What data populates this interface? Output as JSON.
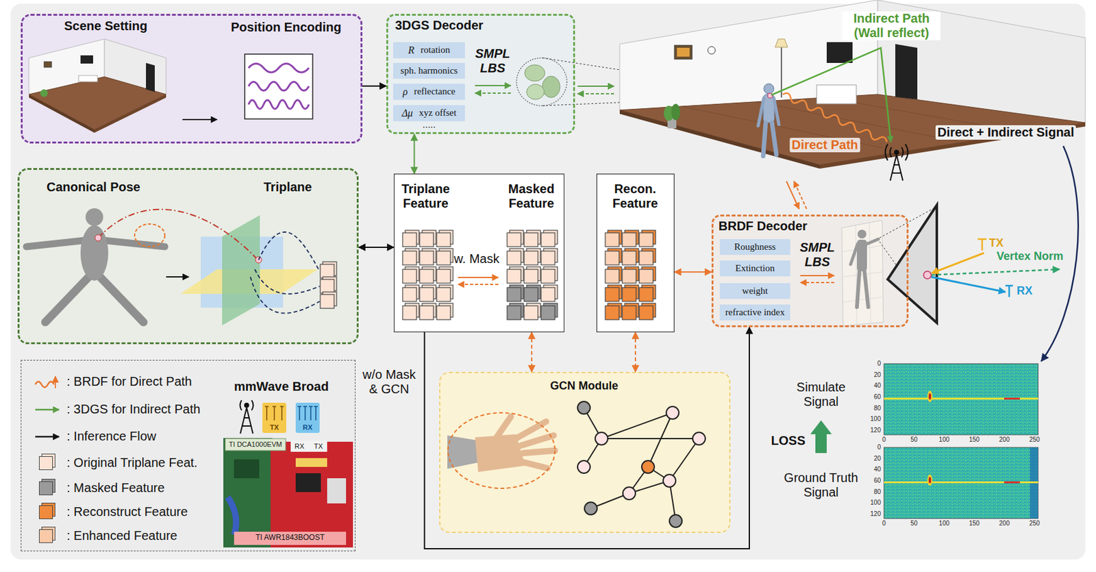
{
  "diagram": {
    "nodes": [
      {
        "text": [
          "Scene Setting",
          "Position Encoding"
        ]
      },
      {
        "text": [
          "3DGS Decoder",
          "SMPL LBS",
          "....."
        ]
      },
      {
        "text": [
          "R",
          "rotation"
        ],
        "in": 1
      },
      {
        "text": [
          "sph. harmonics"
        ],
        "in": 1
      },
      {
        "text": [
          "ρ",
          "reflectance"
        ],
        "in": 1
      },
      {
        "text": [
          "Δμ",
          "xyz offset"
        ],
        "in": 1
      },
      {
        "text": [
          "Canonical Pose",
          "Triplane"
        ]
      },
      {
        "text": [
          "Triplane Feature",
          "Masked Feature",
          "w. Mask"
        ]
      },
      {
        "text": [
          "Recon. Feature"
        ]
      },
      {
        "text": [
          "BRDF Decoder",
          "SMPL LBS"
        ]
      },
      {
        "text": [
          "Roughness"
        ],
        "in": 9
      },
      {
        "text": [
          "Extinction"
        ],
        "in": 9
      },
      {
        "text": [
          "weight"
        ],
        "in": 9
      },
      {
        "text": [
          "refractive index"
        ],
        "in": 9
      },
      {
        "text": [
          "GCN Module"
        ]
      }
    ],
    "edges": [
      {
        "from": 0,
        "to": 1,
        "arrow": "to"
      },
      {
        "from": 7,
        "to": 1,
        "arrow": "both"
      },
      {
        "from": 6,
        "to": 7,
        "arrow": "both"
      },
      {
        "from": 7,
        "to": 14,
        "arrow": "both"
      },
      {
        "from": 8,
        "to": 14,
        "arrow": "both"
      },
      {
        "from": 8,
        "to": 9,
        "arrow": "both"
      },
      {
        "from": 7,
        "to": 9,
        "label": "w/o Mask & GCN",
        "arrow": "to"
      }
    ],
    "labels": [
      "Indirect Path (Wall reflect)",
      "Direct Path",
      "Direct + Indirect Signal",
      "TX",
      "Vertex Norm",
      "RX",
      "mmWave Broad",
      "TX",
      "RX",
      "TI DCA1000EVM",
      "RX",
      "TX",
      "TI AWR1843BOOST",
      "Simulate Signal",
      "LOSS",
      "Ground Truth Signal",
      "0",
      "20",
      "40",
      "60",
      "80",
      "100",
      "120",
      "0",
      "50",
      "100",
      "150",
      "200",
      "250",
      "0",
      "20",
      "40",
      "60",
      "80",
      "100",
      "120",
      "0",
      "50",
      "100",
      "150",
      "200",
      "250"
    ],
    "legend": [
      {
        "text": ": BRDF for Direct Path"
      },
      {
        "text": ": 3DGS for Indirect Path"
      },
      {
        "text": ": Inference Flow"
      },
      {
        "text": ": Original Triplane Feat.",
        "color": "#fde3d4"
      },
      {
        "text": ": Masked Feature",
        "color": "#9a9a9a"
      },
      {
        "text": ": Reconstruct Feature",
        "color": "#f08a3c"
      },
      {
        "text": ": Enhanced Feature",
        "color": "#f9c9a8"
      }
    ]
  }
}
